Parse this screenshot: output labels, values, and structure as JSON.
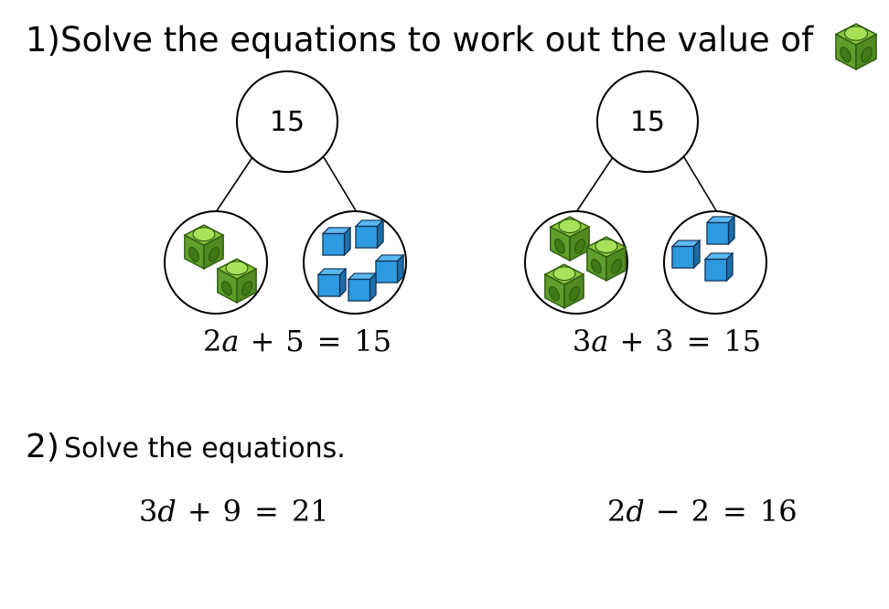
{
  "question1": {
    "title": "1)Solve the equations to work out the value of",
    "icon": "green-cube-icon",
    "diagrams": [
      {
        "whole": "15",
        "green_cubes": 2,
        "blue_cubes": 5,
        "equation": {
          "coef": "2",
          "var": "a",
          "op": "+",
          "const": "5",
          "eq": "=",
          "rhs": "15"
        }
      },
      {
        "whole": "15",
        "green_cubes": 3,
        "blue_cubes": 3,
        "equation": {
          "coef": "3",
          "var": "a",
          "op": "+",
          "const": "3",
          "eq": "=",
          "rhs": "15"
        }
      }
    ]
  },
  "question2": {
    "number": "2)",
    "title": "Solve the equations.",
    "equations": [
      {
        "coef": "3",
        "var": "d",
        "op": "+",
        "const": "9",
        "eq": "=",
        "rhs": "21"
      },
      {
        "coef": "2",
        "var": "d",
        "op": "−",
        "const": "2",
        "eq": "=",
        "rhs": "16"
      }
    ]
  },
  "colors": {
    "green_light": "#8dc63f",
    "green_dark": "#4f8a1f",
    "blue_light": "#2e9ae0",
    "blue_dark": "#1d6ea8"
  }
}
